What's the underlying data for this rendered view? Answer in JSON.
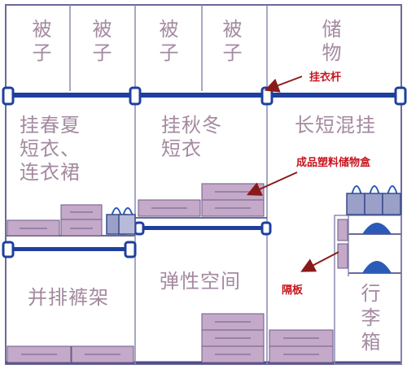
{
  "labels": {
    "quilt_1": "被\n子",
    "quilt_2": "被\n子",
    "quilt_3": "被\n子",
    "quilt_4": "被\n子",
    "storage": "储\n物",
    "hang_short_left": "挂春夏\n短衣、\n连衣裙",
    "hang_short_mid": "挂秋冬\n短衣",
    "hang_mixed": "长短混挂",
    "trouser_rack": "并排裤架",
    "elastic_space": "弹性空间",
    "luggage": "行\n李\n箱"
  },
  "annotations": {
    "rod": "挂衣杆",
    "boxes": "成品塑料储物盒",
    "partition": "隔板"
  },
  "colors": {
    "frame": "#4a4a8a",
    "rod": "#1e3f9e",
    "drawer_fill": "#c5a9c9",
    "label_text": "#a48aa0",
    "annotation_text": "#c8141e",
    "bag": "#2a5bb8",
    "arrow": "#8a1a1a"
  }
}
